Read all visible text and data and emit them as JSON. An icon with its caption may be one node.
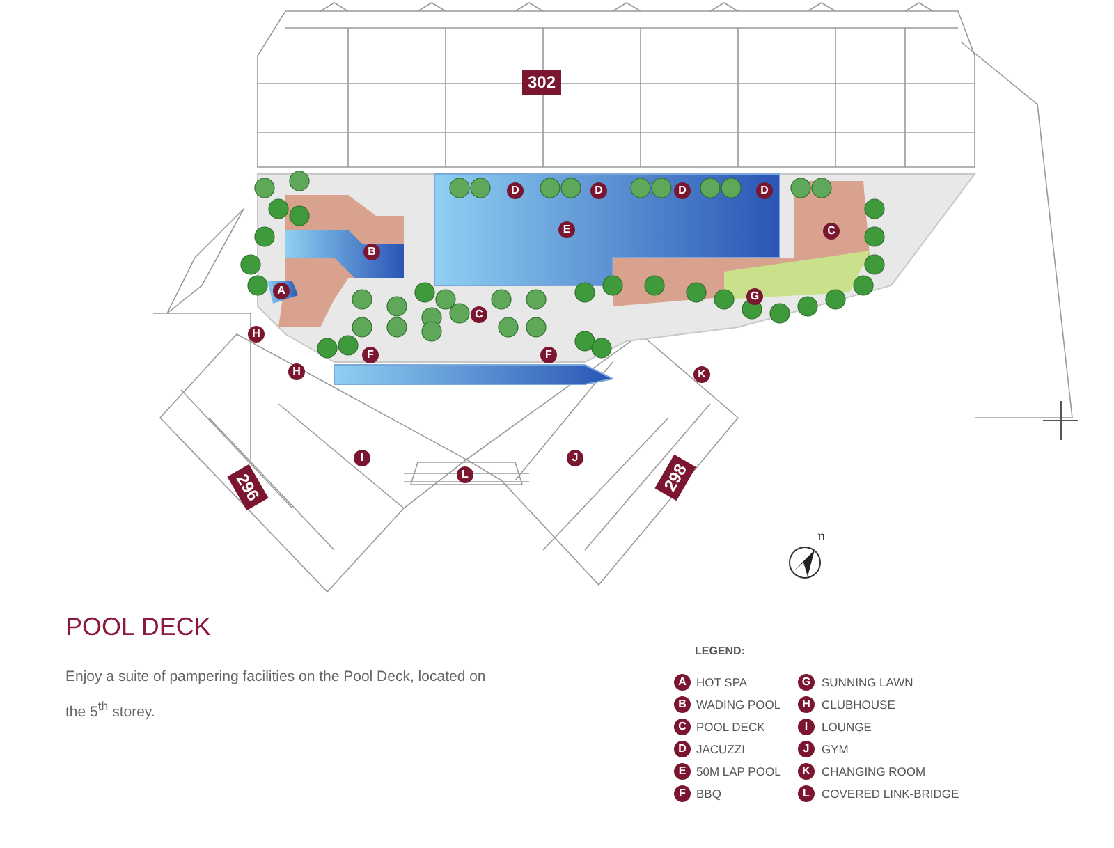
{
  "diagram": {
    "title": "POOL DECK",
    "caption": "Enjoy a suite of pampering facilities on the Pool Deck, located on the 5$^{th}$ storey.",
    "labels": [
      "302",
      "D",
      "D",
      "D",
      "D",
      "E",
      "C",
      "B",
      "A",
      "G",
      "C",
      "H",
      "F",
      "F",
      "H",
      "K",
      "I",
      "J",
      "L",
      "296",
      "298",
      "n",
      "LEGEND:",
      "A",
      "B",
      "C",
      "D",
      "E",
      "F",
      "G",
      "H",
      "I",
      "J",
      "K",
      "L"
    ],
    "legend": [
      {
        "text": "HOT SPA"
      },
      {
        "text": "WADING POOL"
      },
      {
        "text": "POOL DECK"
      },
      {
        "text": "JACUZZI"
      },
      {
        "text": "50M LAP POOL"
      },
      {
        "text": "BBQ"
      },
      {
        "text": "SUNNING LAWN"
      },
      {
        "text": "CLUBHOUSE"
      },
      {
        "text": "LOUNGE"
      },
      {
        "text": "GYM"
      },
      {
        "text": "CHANGING ROOM"
      },
      {
        "text": "COVERED LINK-BRIDGE"
      }
    ]
  }
}
